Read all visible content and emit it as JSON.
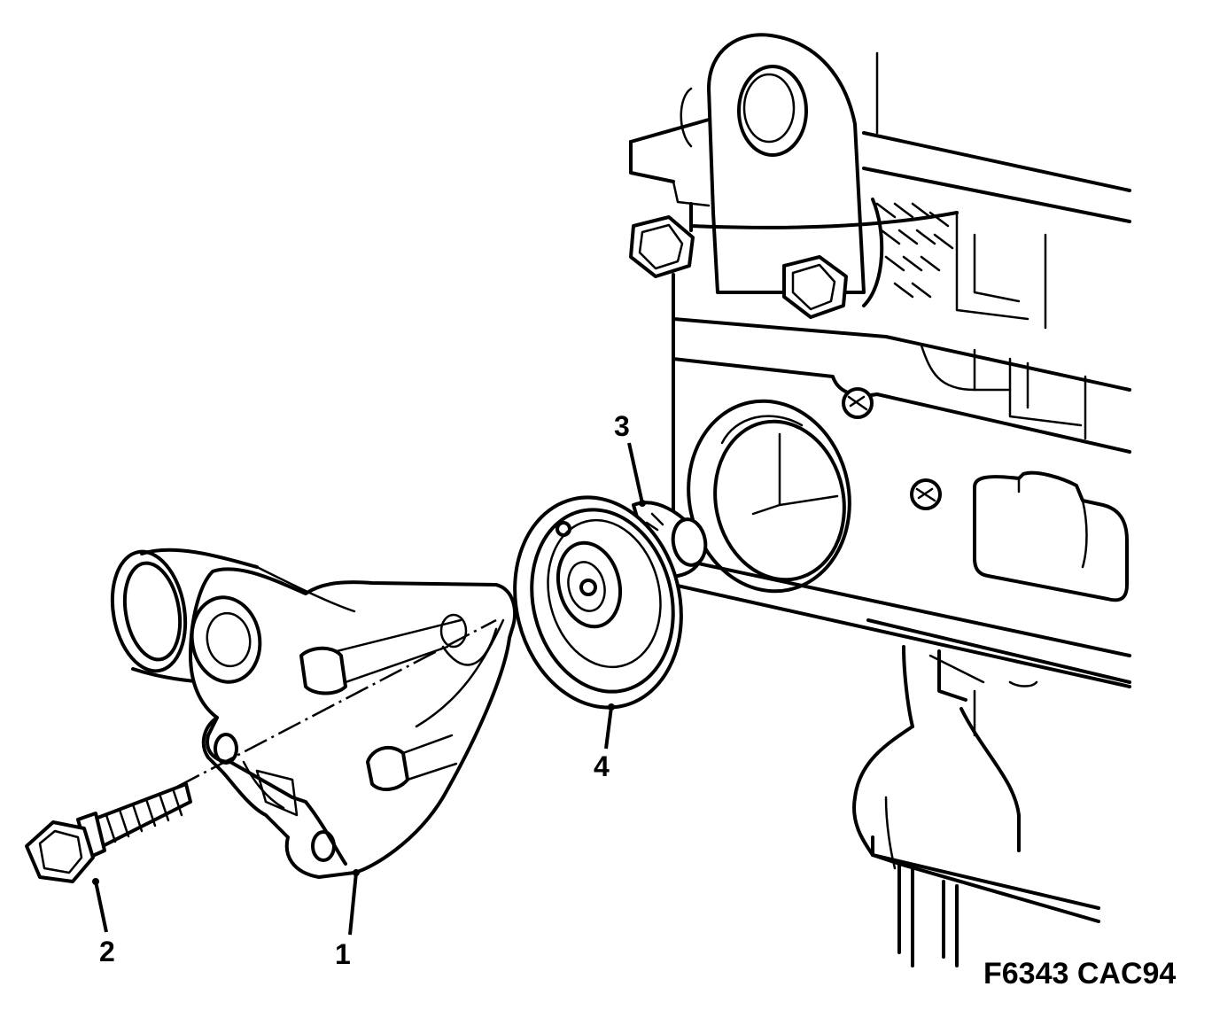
{
  "callouts": {
    "housing": "1",
    "bolt": "2",
    "seal_ring": "3",
    "thermostat": "4"
  },
  "figure_code": "F6343 CAC94"
}
